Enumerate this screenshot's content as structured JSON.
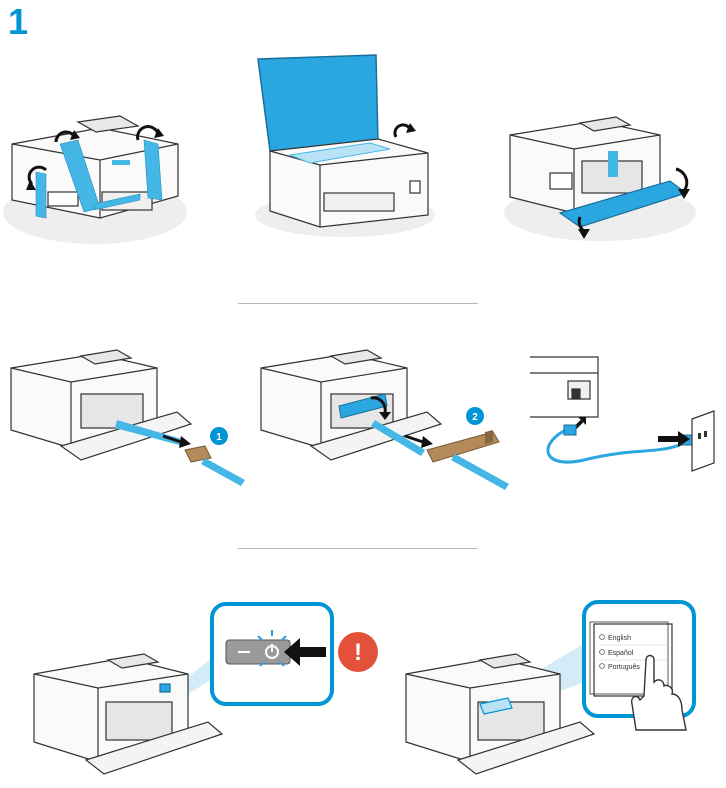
{
  "step": {
    "number": "1"
  },
  "badges": {
    "first": "1",
    "second": "2",
    "alert": "!"
  },
  "language_menu": {
    "options": [
      "English",
      "Español",
      "Português"
    ]
  },
  "colors": {
    "accent": "#0096d6",
    "tape": "#45b7e6",
    "lid": "#2aa6e0",
    "cardboard": "#b58a5a",
    "alert": "#e4513b",
    "power_button_bg": "#9a9a9a",
    "outline": "#333333"
  },
  "icons": [
    "rotate-arrow-icon",
    "pull-arrow-icon",
    "power-icon",
    "alert-icon",
    "power-outlet-icon",
    "power-plug-icon",
    "touch-hand-icon"
  ]
}
